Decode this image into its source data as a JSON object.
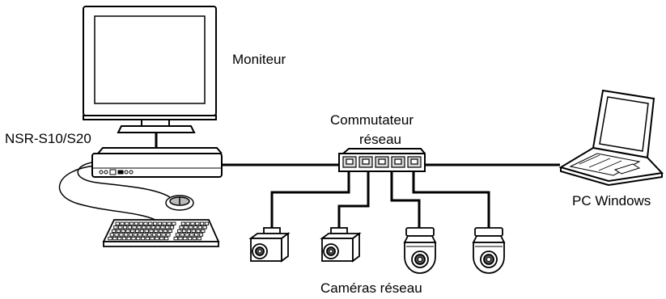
{
  "labels": {
    "monitor": "Moniteur",
    "recorder": "NSR-S10/S20",
    "switch_line1": "Commutateur",
    "switch_line2": "réseau",
    "pc": "PC Windows",
    "cameras": "Caméras réseau"
  },
  "colors": {
    "line": "#000000",
    "device_fill": "#ffffff",
    "port_fill": "#d8d8d8"
  },
  "icons": {
    "monitor": "lcd-monitor-icon",
    "recorder": "network-recorder-icon",
    "mouse": "mouse-icon",
    "keyboard": "keyboard-icon",
    "switch": "network-switch-icon",
    "laptop": "laptop-icon",
    "box_camera": "box-camera-icon",
    "dome_camera": "dome-camera-icon"
  }
}
